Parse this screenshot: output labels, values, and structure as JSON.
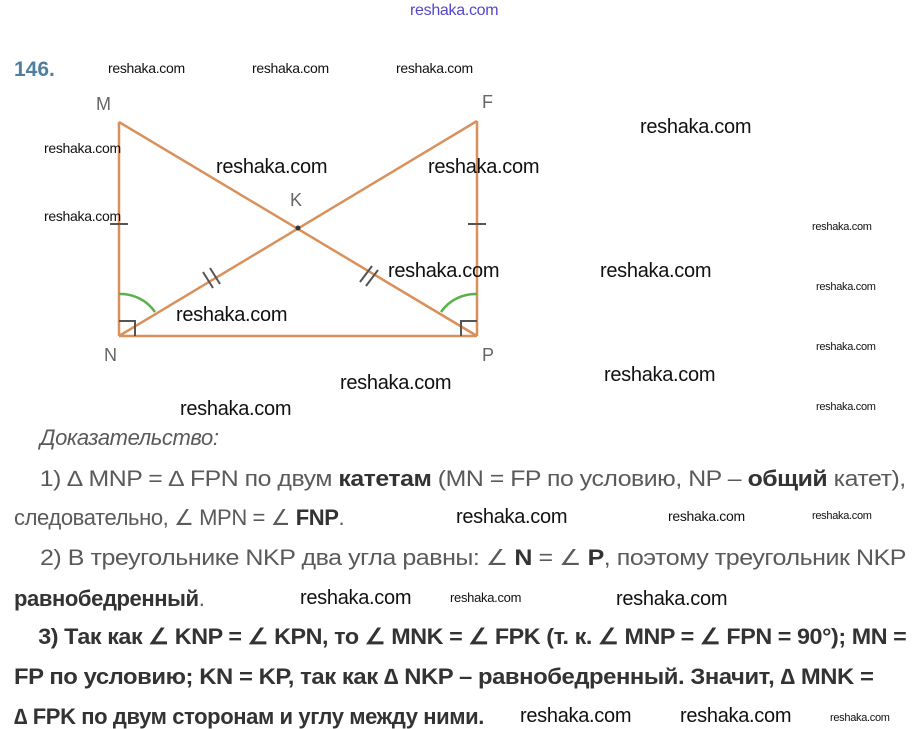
{
  "site_header": "reshaka.com",
  "problem_number": "146.",
  "diagram": {
    "points": [
      "M",
      "F",
      "K",
      "N",
      "P"
    ]
  },
  "watermarks": [
    "reshaka.com",
    "reshaka.com",
    "reshaka.com",
    "reshaka.com",
    "reshaka.com",
    "reshaka.com",
    "reshaka.com",
    "reshaka.com",
    "reshaka.com",
    "reshaka.com",
    "reshaka.com",
    "reshaka.com",
    "reshaka.com",
    "reshaka.com",
    "reshaka.com",
    "reshaka.com",
    "reshaka.com",
    "reshaka.com",
    "reshaka.com",
    "reshaka.com",
    "reshaka.com",
    "reshaka.com",
    "reshaka.com",
    "reshaka.com",
    "reshaka.com",
    "reshaka.com",
    "reshaka.com",
    "reshaka.com"
  ],
  "proof": {
    "heading": "Доказательство:",
    "lines": [
      [
        {
          "t": "    1) ∆ MNP = ∆ FPN по двум "
        },
        {
          "t": "катетам",
          "b": true
        },
        {
          "t": " (MN = FP по условию, NP – "
        },
        {
          "t": "общий",
          "b": true
        },
        {
          "t": " катет),"
        }
      ],
      [
        {
          "t": "следовательно, ∠ MPN = ∠ "
        },
        {
          "t": "FNP",
          "b": true
        },
        {
          "t": "."
        }
      ],
      [
        {
          "t": "    2) В треугольнике NKP два угла равны: ∠ "
        },
        {
          "t": "N",
          "b": true
        },
        {
          "t": " = ∠ "
        },
        {
          "t": "P",
          "b": true
        },
        {
          "t": ", поэтому треугольник NKP"
        }
      ],
      [
        {
          "t": "равнобедренный",
          "b": true
        },
        {
          "t": "."
        }
      ],
      [
        {
          "t": "    3) Так как ∠ KNP = ∠ KPN, то ∠ MNK = ∠ FPK (т. к. ∠ MNP = ∠ FPN = 90°); MN =",
          "b": true
        }
      ],
      [
        {
          "t": "FP по условию; KN = KP, так как ∆ NKP – равнобедренный. Значит, ∆ MNK =",
          "b": true
        }
      ],
      [
        {
          "t": "∆ FPK по двум сторонам и углу между ними.",
          "b": true
        }
      ]
    ]
  }
}
